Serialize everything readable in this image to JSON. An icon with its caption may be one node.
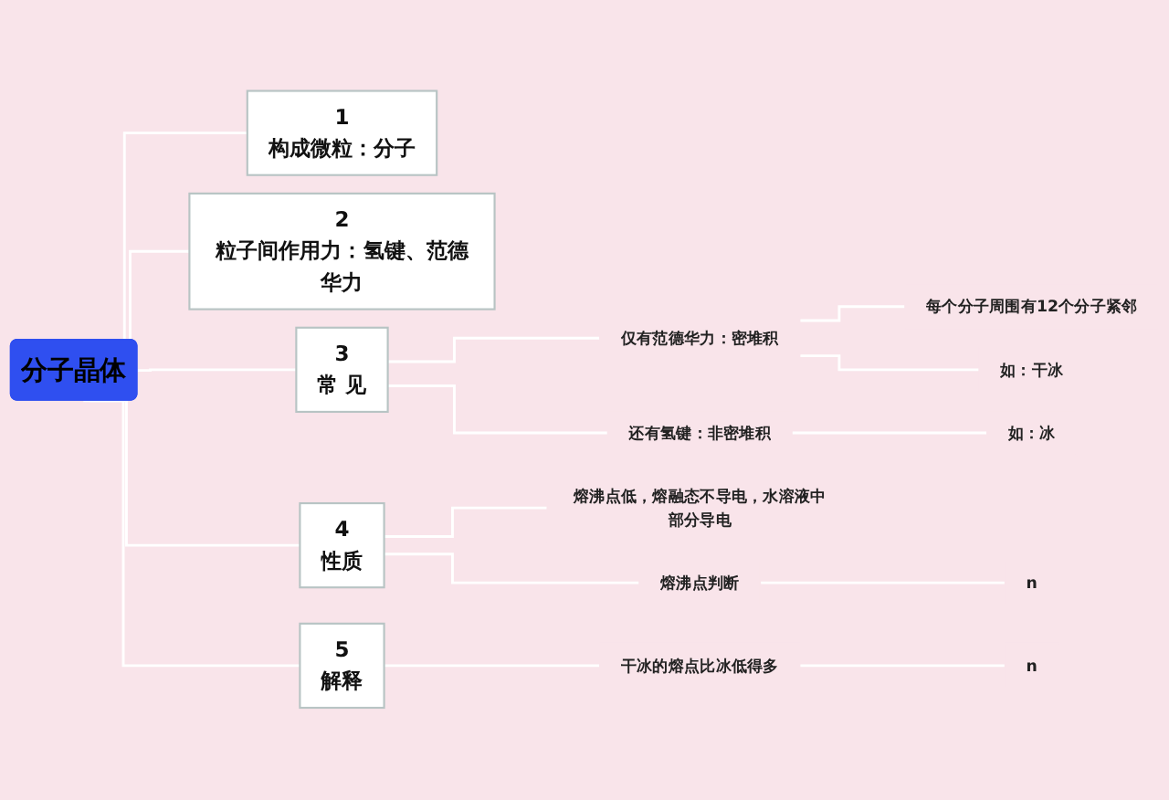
{
  "diagram": {
    "nodes": [
      {
        "text": [
          "分子晶体"
        ]
      },
      {
        "text": [
          "1",
          "构成微粒：分子"
        ]
      },
      {
        "text": [
          "2",
          "粒子间作用力：氢键、范德华力"
        ]
      },
      {
        "text": [
          "3",
          "常 见"
        ]
      },
      {
        "text": [
          "仅有范德华力：密堆积"
        ]
      },
      {
        "text": [
          "每个分子周围有12个分子紧邻"
        ]
      },
      {
        "text": [
          "如：干冰"
        ]
      },
      {
        "text": [
          "还有氢键：非密堆积"
        ]
      },
      {
        "text": [
          "如：冰"
        ]
      },
      {
        "text": [
          "4",
          "性质"
        ]
      },
      {
        "text": [
          "熔沸点低，熔融态不导电，水溶液中部分导电"
        ]
      },
      {
        "text": [
          "熔沸点判断"
        ]
      },
      {
        "text": [
          "n"
        ]
      },
      {
        "text": [
          "5",
          "解释"
        ]
      },
      {
        "text": [
          "干冰的熔点比冰低得多"
        ]
      },
      {
        "text": [
          "n"
        ]
      }
    ],
    "edges": [
      {
        "from": 0,
        "to": 1,
        "arrow": "none"
      },
      {
        "from": 0,
        "to": 2,
        "arrow": "none"
      },
      {
        "from": 0,
        "to": 3,
        "arrow": "none"
      },
      {
        "from": 3,
        "to": 4,
        "arrow": "none"
      },
      {
        "from": 4,
        "to": 5,
        "arrow": "none"
      },
      {
        "from": 4,
        "to": 6,
        "arrow": "none"
      },
      {
        "from": 3,
        "to": 7,
        "arrow": "none"
      },
      {
        "from": 7,
        "to": 8,
        "arrow": "none"
      },
      {
        "from": 0,
        "to": 9,
        "arrow": "none"
      },
      {
        "from": 9,
        "to": 10,
        "arrow": "none"
      },
      {
        "from": 9,
        "to": 11,
        "arrow": "none"
      },
      {
        "from": 11,
        "to": 12,
        "arrow": "none"
      },
      {
        "from": 0,
        "to": 13,
        "arrow": "none"
      },
      {
        "from": 13,
        "to": 14,
        "arrow": "none"
      },
      {
        "from": 14,
        "to": 15,
        "arrow": "none"
      }
    ]
  }
}
